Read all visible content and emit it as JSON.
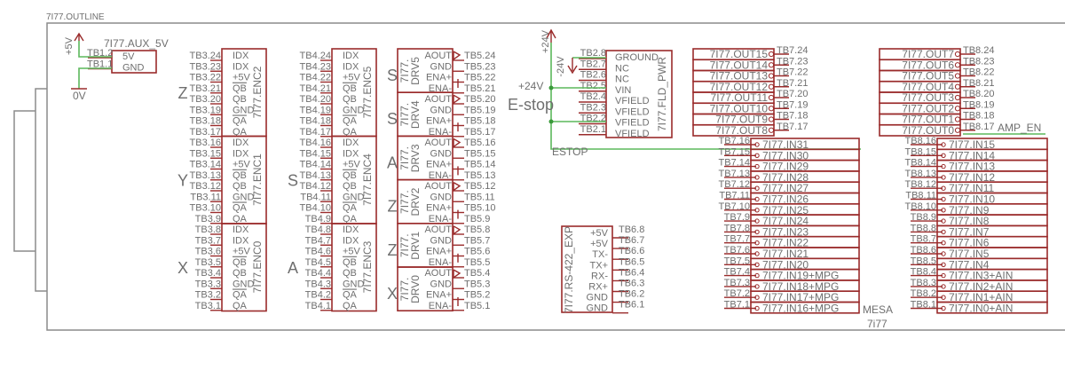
{
  "outline_label": "7I77.OUTLINE",
  "colors": {
    "part": "#9a2b2b",
    "net": "#5cb85c",
    "text": "#6f6f6f",
    "outline": "#8c8c8c"
  },
  "aux": {
    "name": "7I77.AUX_5V",
    "supply": "+5V",
    "ground": "0V",
    "pins": [
      {
        "tb": "TB1.2",
        "label": "5V"
      },
      {
        "tb": "TB1.1",
        "label": "GND"
      }
    ]
  },
  "enc_pin_labels": [
    "IDX",
    "IDX",
    "+5V",
    "QB",
    "QB",
    "GND",
    "QA",
    "QA"
  ],
  "enc_left": {
    "prefix": "TB3",
    "blocks": [
      {
        "name": "7I77.ENC2",
        "axis": "Z"
      },
      {
        "name": "7I77.ENC1",
        "axis": "Y"
      },
      {
        "name": "7I77.ENC0",
        "axis": "X"
      }
    ]
  },
  "enc_right": {
    "prefix": "TB4",
    "blocks": [
      {
        "name": "7I77.ENC5",
        "axis": ""
      },
      {
        "name": "7I77.ENC4",
        "axis": "S"
      },
      {
        "name": "7I77.ENC3",
        "axis": "A"
      }
    ]
  },
  "drv": {
    "prefix": "TB5",
    "pin_labels": [
      "AOUT",
      "GND",
      "ENA+",
      "ENA-"
    ],
    "blocks": [
      {
        "name": "7I77.\nDRV5",
        "axis": "S"
      },
      {
        "name": "7I77.\nDRV4",
        "axis": "S"
      },
      {
        "name": "7I77.\nDRV3",
        "axis": "A"
      },
      {
        "name": "7I77.\nDRV2",
        "axis": "Z"
      },
      {
        "name": "7I77.\nDRV1",
        "axis": "Z"
      },
      {
        "name": "7I77.\nDRV0",
        "axis": "X"
      }
    ]
  },
  "pwr": {
    "name": "7I77.FLD_PWR",
    "supply": "+24V",
    "neg": "-24V",
    "vin_label": "+24V",
    "estop_switch": "E-stop",
    "estop_net": "ESTOP",
    "pins": [
      {
        "tb": "TB2.8",
        "label": "GROUND"
      },
      {
        "tb": "TB2.7",
        "label": "NC"
      },
      {
        "tb": "TB2.6",
        "label": "NC"
      },
      {
        "tb": "TB2.5",
        "label": "VIN"
      },
      {
        "tb": "TB2.4",
        "label": "VFIELD"
      },
      {
        "tb": "TB2.3",
        "label": "VFIELD"
      },
      {
        "tb": "TB2.2",
        "label": "VFIELD"
      },
      {
        "tb": "TB2.1",
        "label": "VFIELD"
      }
    ]
  },
  "rs422": {
    "name": "7I77.RS-422_EXP",
    "pins": [
      {
        "tb": "TB6.8",
        "label": "+5V"
      },
      {
        "tb": "TB6.7",
        "label": "+5V"
      },
      {
        "tb": "TB6.6",
        "label": "TX-"
      },
      {
        "tb": "TB6.5",
        "label": "TX+"
      },
      {
        "tb": "TB6.4",
        "label": "RX-"
      },
      {
        "tb": "TB6.3",
        "label": "RX+"
      },
      {
        "tb": "TB6.2",
        "label": "GND"
      },
      {
        "tb": "TB6.1",
        "label": "GND"
      }
    ]
  },
  "outputs_left": [
    {
      "name": "7I77.OUT15",
      "tb": "TB7.24"
    },
    {
      "name": "7I77.OUT14",
      "tb": "TB7.23"
    },
    {
      "name": "7I77.OUT13",
      "tb": "TB7.22"
    },
    {
      "name": "7I77.OUT12",
      "tb": "TB7.21"
    },
    {
      "name": "7I77.OUT11",
      "tb": "TB7.20"
    },
    {
      "name": "7I77.OUT10",
      "tb": "TB7.19"
    },
    {
      "name": "7I77.OUT9",
      "tb": "TB7.18"
    },
    {
      "name": "7I77.OUT8",
      "tb": "TB7.17"
    }
  ],
  "outputs_right": [
    {
      "name": "7I77.OUT7",
      "tb": "TB8.24"
    },
    {
      "name": "7I77.OUT6",
      "tb": "TB8.23"
    },
    {
      "name": "7I77.OUT5",
      "tb": "TB8.22"
    },
    {
      "name": "7I77.OUT4",
      "tb": "TB8.21"
    },
    {
      "name": "7I77.OUT3",
      "tb": "TB8.20"
    },
    {
      "name": "7I77.OUT2",
      "tb": "TB8.19"
    },
    {
      "name": "7I77.OUT1",
      "tb": "TB8.18"
    },
    {
      "name": "7I77.OUT0",
      "tb": "TB8.17"
    }
  ],
  "amp_en": "AMP_EN",
  "inputs_left": [
    {
      "name": "7I77.IN31",
      "tb": "TB7.16"
    },
    {
      "name": "7I77.IN30",
      "tb": "TB7.15"
    },
    {
      "name": "7I77.IN29",
      "tb": "TB7.14"
    },
    {
      "name": "7I77.IN28",
      "tb": "TB7.13"
    },
    {
      "name": "7I77.IN27",
      "tb": "TB7.12"
    },
    {
      "name": "7I77.IN26",
      "tb": "TB7.11"
    },
    {
      "name": "7I77.IN25",
      "tb": "TB7.10"
    },
    {
      "name": "7I77.IN24",
      "tb": "TB7.9"
    },
    {
      "name": "7I77.IN23",
      "tb": "TB7.8"
    },
    {
      "name": "7I77.IN22",
      "tb": "TB7.7"
    },
    {
      "name": "7I77.IN21",
      "tb": "TB7.6"
    },
    {
      "name": "7I77.IN20",
      "tb": "TB7.5"
    },
    {
      "name": "7I77.IN19+MPG",
      "tb": "TB7.4"
    },
    {
      "name": "7I77.IN18+MPG",
      "tb": "TB7.3"
    },
    {
      "name": "7I77.IN17+MPG",
      "tb": "TB7.2"
    },
    {
      "name": "7I77.IN16+MPG",
      "tb": "TB7.1"
    }
  ],
  "inputs_right": [
    {
      "name": "7I77.IN15",
      "tb": "TB8.16"
    },
    {
      "name": "7I77.IN14",
      "tb": "TB8.15"
    },
    {
      "name": "7I77.IN13",
      "tb": "TB8.14"
    },
    {
      "name": "7I77.IN12",
      "tb": "TB8.13"
    },
    {
      "name": "7I77.IN11",
      "tb": "TB8.12"
    },
    {
      "name": "7I77.IN10",
      "tb": "TB8.11"
    },
    {
      "name": "7I77.IN9",
      "tb": "TB8.10"
    },
    {
      "name": "7I77.IN8",
      "tb": "TB8.9"
    },
    {
      "name": "7I77.IN7",
      "tb": "TB8.8"
    },
    {
      "name": "7I77.IN6",
      "tb": "TB8.7"
    },
    {
      "name": "7I77.IN5",
      "tb": "TB8.6"
    },
    {
      "name": "7I77.IN4",
      "tb": "TB8.5"
    },
    {
      "name": "7I77.IN3+AIN",
      "tb": "TB8.4"
    },
    {
      "name": "7I77.IN2+AIN",
      "tb": "TB8.3"
    },
    {
      "name": "7I77.IN1+AIN",
      "tb": "TB8.2"
    },
    {
      "name": "7I77.IN0+AIN",
      "tb": "TB8.1"
    }
  ],
  "board_label": [
    "MESA",
    "7i77"
  ]
}
